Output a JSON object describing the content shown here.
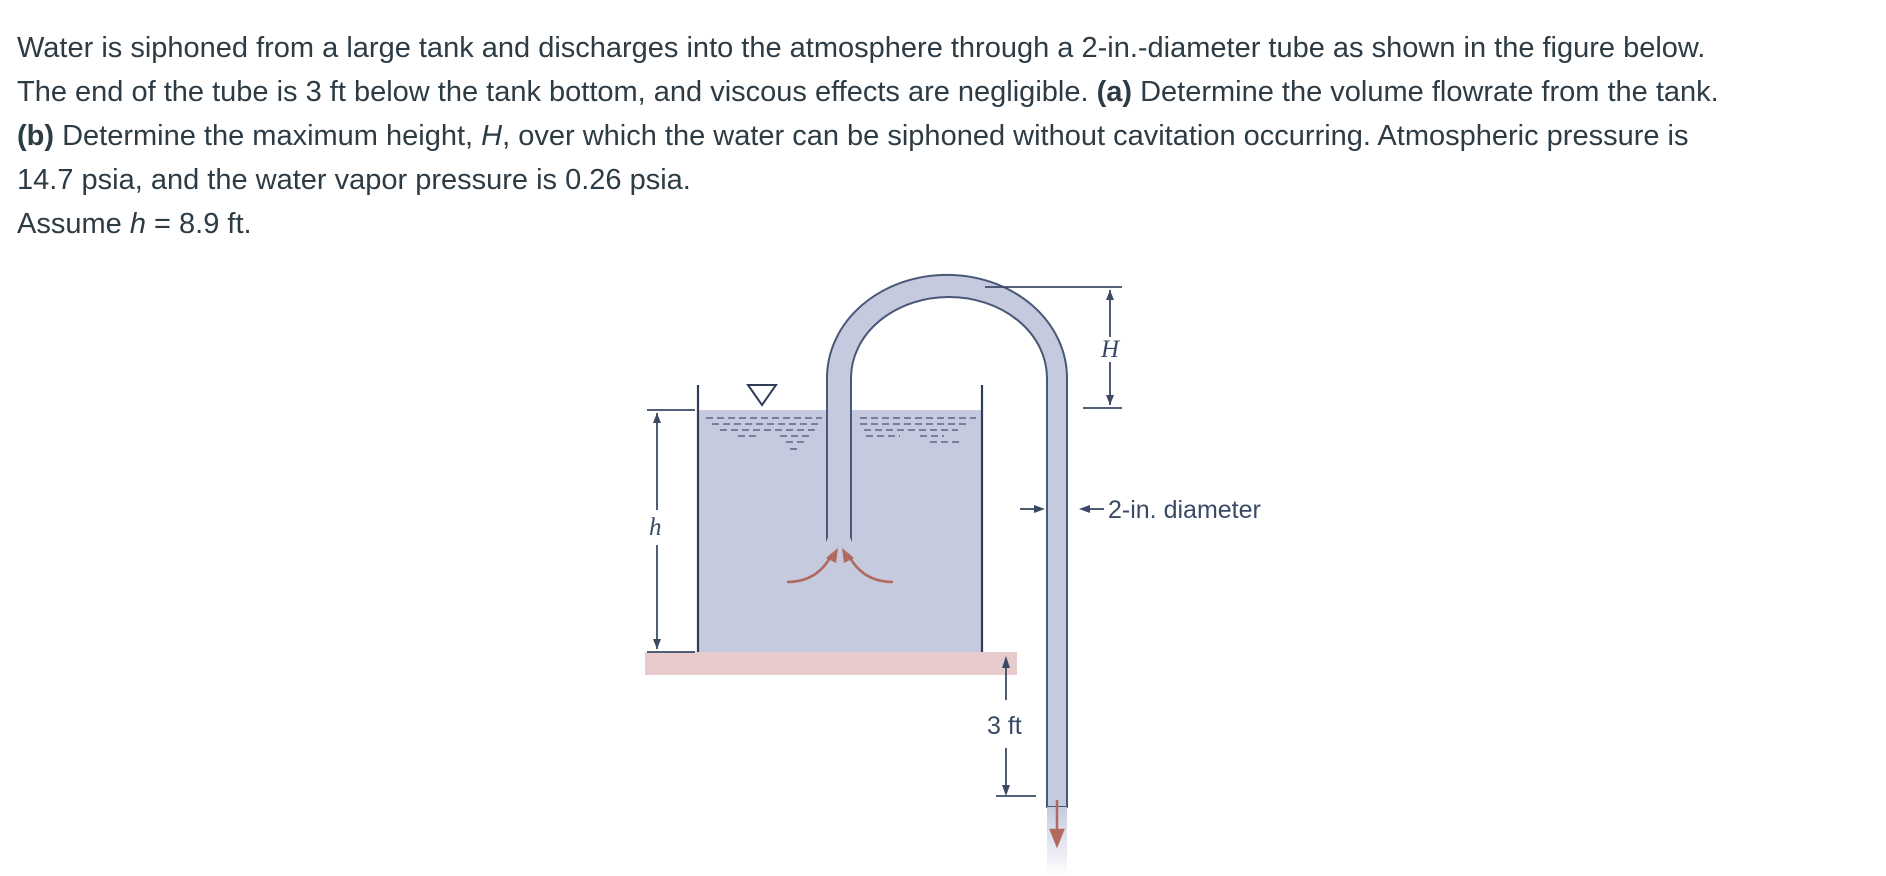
{
  "problem": {
    "line1": "Water is siphoned from a large tank and discharges into the atmosphere through a 2-in.-diameter tube as shown in the figure below.",
    "line2_pre": "The end of the tube is 3 ft below the tank bottom, and viscous effects are negligible. ",
    "part_a_tag": "(a)",
    "part_a_text": " Determine the volume flowrate from the tank.",
    "part_b_tag": "(b)",
    "part_b_pre": " Determine the maximum height, ",
    "part_b_var": "H",
    "part_b_post": ", over which the water can be siphoned without cavitation occurring. Atmospheric pressure is",
    "line4": "14.7 psia, and the water vapor pressure is 0.26 psia.",
    "assume_pre": "Assume ",
    "assume_var": "h",
    "assume_post": " = 8.9 ft."
  },
  "figure": {
    "label_H": "H",
    "label_h": "h",
    "label_diameter": "2-in. diameter",
    "label_3ft": "3 ft",
    "colors": {
      "water": "#c6cadf",
      "tube_fill": "#c6cadf",
      "tube_edge": "#4a5878",
      "ground": "#e8cccd",
      "flow_arrow": "#b06a5f",
      "dim_line": "#3a4a66"
    }
  }
}
